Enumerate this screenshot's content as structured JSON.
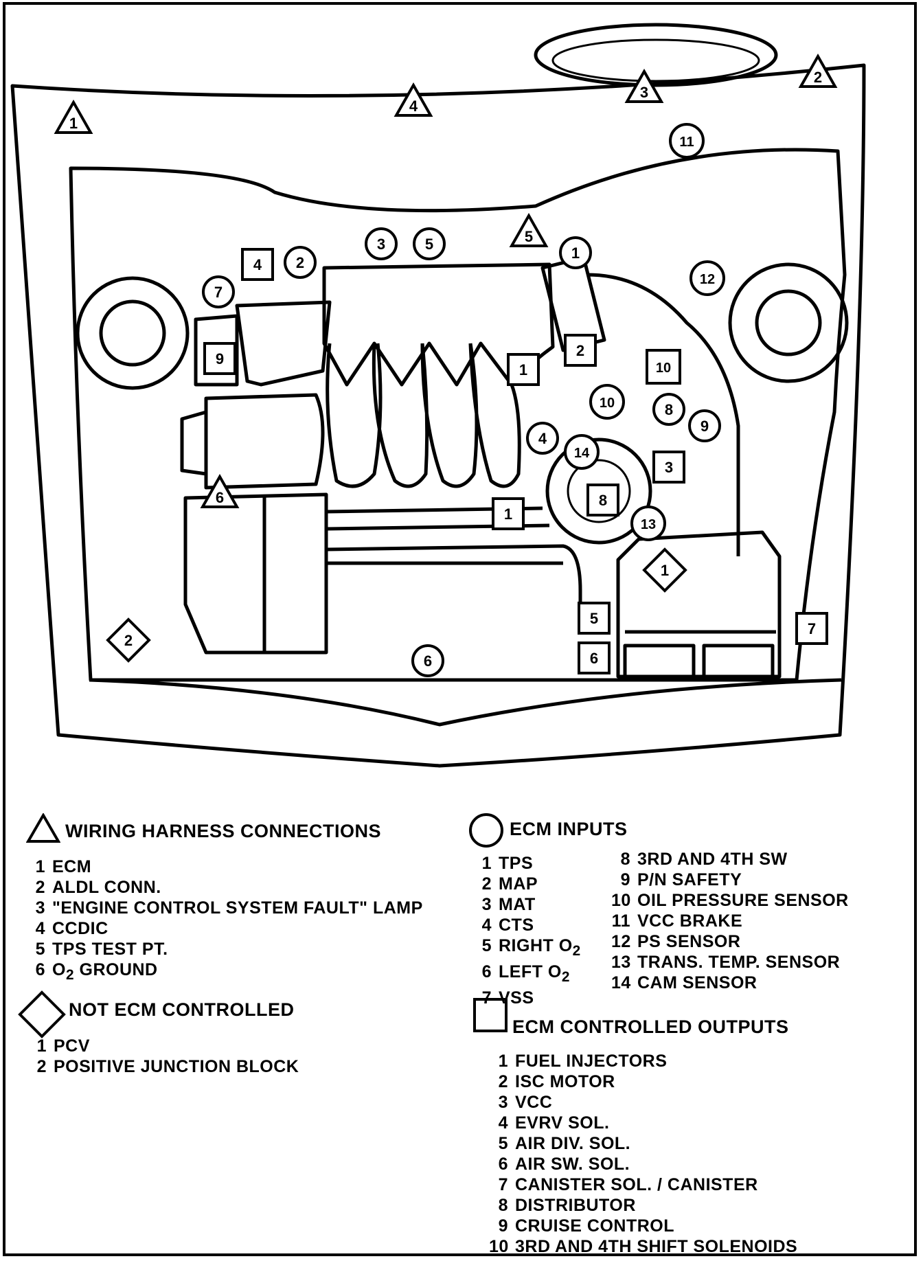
{
  "diagram": {
    "hood_markers": [
      {
        "shape": "triangle",
        "number": "1"
      },
      {
        "shape": "triangle",
        "number": "4"
      },
      {
        "shape": "triangle",
        "number": "3"
      },
      {
        "shape": "triangle",
        "number": "2"
      },
      {
        "shape": "circle",
        "number": "11"
      }
    ],
    "engine_markers": [
      {
        "shape": "circle",
        "number": "3"
      },
      {
        "shape": "circle",
        "number": "5"
      },
      {
        "shape": "triangle",
        "number": "5"
      },
      {
        "shape": "circle",
        "number": "1"
      },
      {
        "shape": "circle",
        "number": "12"
      },
      {
        "shape": "square",
        "number": "4"
      },
      {
        "shape": "circle",
        "number": "2"
      },
      {
        "shape": "circle",
        "number": "7"
      },
      {
        "shape": "square",
        "number": "9"
      },
      {
        "shape": "square",
        "number": "2"
      },
      {
        "shape": "square",
        "number": "1"
      },
      {
        "shape": "square",
        "number": "10"
      },
      {
        "shape": "circle",
        "number": "10"
      },
      {
        "shape": "circle",
        "number": "8"
      },
      {
        "shape": "circle",
        "number": "9"
      },
      {
        "shape": "circle",
        "number": "4"
      },
      {
        "shape": "circle",
        "number": "14"
      },
      {
        "shape": "square",
        "number": "3"
      },
      {
        "shape": "square",
        "number": "8"
      },
      {
        "shape": "triangle",
        "number": "6"
      },
      {
        "shape": "square",
        "number": "1"
      },
      {
        "shape": "circle",
        "number": "13"
      },
      {
        "shape": "diamond",
        "number": "1"
      },
      {
        "shape": "square",
        "number": "5"
      },
      {
        "shape": "square",
        "number": "7"
      },
      {
        "shape": "diamond",
        "number": "2"
      },
      {
        "shape": "circle",
        "number": "6"
      },
      {
        "shape": "square",
        "number": "6"
      }
    ]
  },
  "legend": {
    "wiring": {
      "title": "WIRING HARNESS CONNECTIONS",
      "items": [
        {
          "num": "1",
          "text": "ECM"
        },
        {
          "num": "2",
          "text": "ALDL CONN."
        },
        {
          "num": "3",
          "text": "\"ENGINE CONTROL SYSTEM FAULT\" LAMP"
        },
        {
          "num": "4",
          "text": "CCDIC"
        },
        {
          "num": "5",
          "text": "TPS TEST PT."
        },
        {
          "num": "6",
          "text": "O",
          "sub": "2",
          "after": " GROUND"
        }
      ]
    },
    "not_ecm": {
      "title": "NOT ECM CONTROLLED",
      "items": [
        {
          "num": "1",
          "text": "PCV"
        },
        {
          "num": "2",
          "text": "POSITIVE JUNCTION BLOCK"
        }
      ]
    },
    "ecm_inputs": {
      "title": "ECM INPUTS",
      "col1": [
        {
          "num": "1",
          "text": "TPS"
        },
        {
          "num": "2",
          "text": "MAP"
        },
        {
          "num": "3",
          "text": "MAT"
        },
        {
          "num": "4",
          "text": "CTS"
        },
        {
          "num": "5",
          "text": "RIGHT O",
          "sub": "2"
        },
        {
          "num": "6",
          "text": "LEFT O",
          "sub": "2"
        },
        {
          "num": "7",
          "text": "VSS"
        }
      ],
      "col2": [
        {
          "num": "8",
          "text": "3RD AND 4TH SW"
        },
        {
          "num": "9",
          "text": "P/N SAFETY"
        },
        {
          "num": "10",
          "text": "OIL PRESSURE SENSOR"
        },
        {
          "num": "11",
          "text": "VCC BRAKE"
        },
        {
          "num": "12",
          "text": "PS SENSOR"
        },
        {
          "num": "13",
          "text": "TRANS. TEMP. SENSOR"
        },
        {
          "num": "14",
          "text": "CAM SENSOR"
        }
      ]
    },
    "ecm_outputs": {
      "title": "ECM CONTROLLED OUTPUTS",
      "items": [
        {
          "num": "1",
          "text": "FUEL INJECTORS"
        },
        {
          "num": "2",
          "text": "ISC MOTOR"
        },
        {
          "num": "3",
          "text": "VCC"
        },
        {
          "num": "4",
          "text": "EVRV SOL."
        },
        {
          "num": "5",
          "text": "AIR DIV. SOL."
        },
        {
          "num": "6",
          "text": "AIR SW. SOL."
        },
        {
          "num": "7",
          "text": "CANISTER SOL. / CANISTER"
        },
        {
          "num": "8",
          "text": "DISTRIBUTOR"
        },
        {
          "num": "9",
          "text": "CRUISE CONTROL"
        },
        {
          "num": "10",
          "text": "3RD AND 4TH SHIFT SOLENOIDS"
        }
      ]
    }
  }
}
